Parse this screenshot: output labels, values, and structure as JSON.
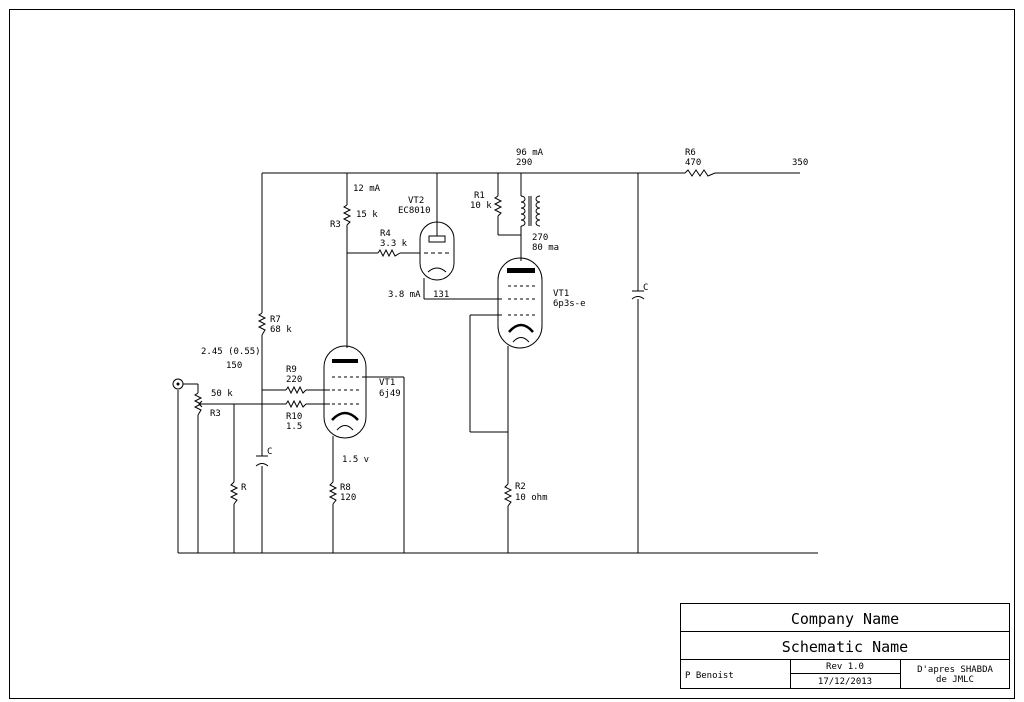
{
  "title_block": {
    "company": "Company Name",
    "schematic": "Schematic Name",
    "author": "P Benoist",
    "rev": "Rev 1.0",
    "date": "17/12/2013",
    "credit_line1": "D'apres SHABDA",
    "credit_line2": "de JMLC"
  },
  "labels": {
    "vt1_name": "VT1",
    "vt1_type": "6j49",
    "vt2_name": "VT2",
    "vt2_type": "EC8010",
    "vt1b_name": "VT1",
    "vt1b_type": "6p3s-e",
    "r3_top_name": "R3",
    "r3_top_value": "15 k",
    "r3_top_current": "12 mA",
    "r4_name": "R4",
    "r4_value": "3.3 k",
    "r1_name": "R1",
    "r1_value": "10 k",
    "top_current": "96 mA",
    "top_voltage": "290",
    "r6_name": "R6",
    "r6_value": "470",
    "supply_voltage": "350",
    "plate_voltage": "270",
    "plate_current": "80 ma",
    "vt2_current": "3.8 mA",
    "vt2_voltage": "131",
    "r7_name": "R7",
    "r7_value": "68 k",
    "bias_voltage": "2.45 (0.55)",
    "bias_value": "150",
    "r9_name": "R9",
    "r9_value": "220",
    "r10_name": "R10",
    "r10_value": "1.5",
    "pot_value": "50 k",
    "pot_name": "R3",
    "cap_left": "C",
    "cap_right": "C",
    "r_left": "R",
    "cathode_voltage": "1.5 v",
    "r8_name": "R8",
    "r8_value": "120",
    "r2_name": "R2",
    "r2_value": "10 ohm"
  }
}
